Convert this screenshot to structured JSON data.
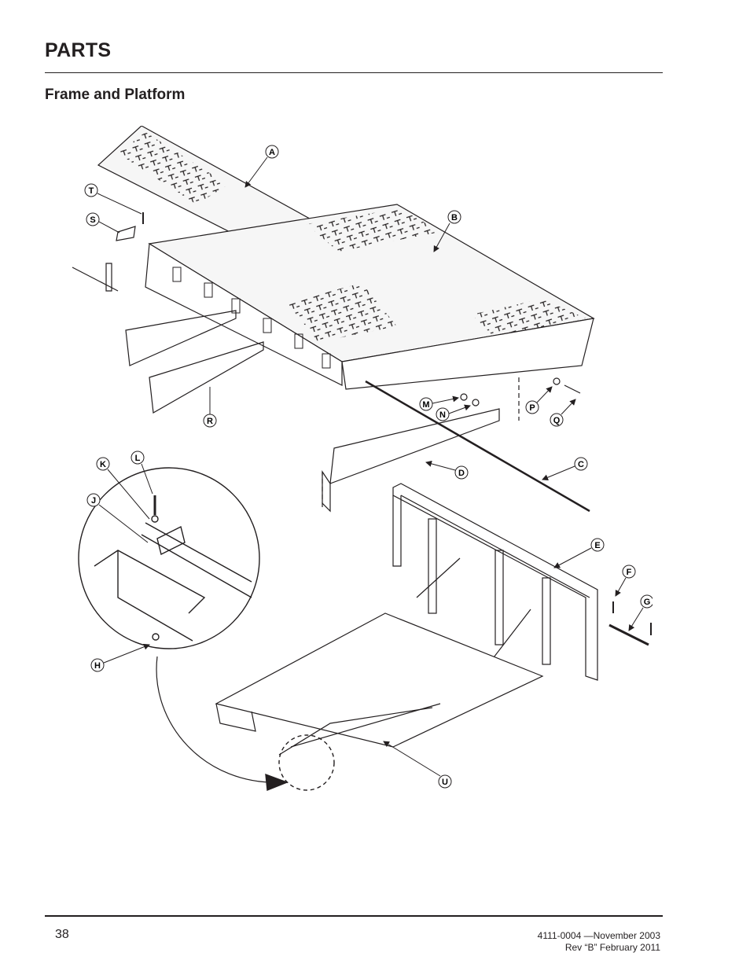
{
  "header": {
    "title": "PARTS",
    "subtitle": "Frame and Platform"
  },
  "callouts": {
    "A": "A",
    "B": "B",
    "C": "C",
    "D": "D",
    "E": "E",
    "F": "F",
    "G": "G",
    "H": "H",
    "J": "J",
    "K": "K",
    "L": "L",
    "M": "M",
    "N": "N",
    "P": "P",
    "Q": "Q",
    "R": "R",
    "S": "S",
    "T": "T",
    "U": "U"
  },
  "footer": {
    "page_number": "38",
    "doc_line1": "4111-0004 —November 2003",
    "doc_line2": "Rev “B” February 2011"
  },
  "colors": {
    "ink": "#231f20",
    "paper": "#ffffff",
    "plate_fill": "#f2f2f2"
  }
}
